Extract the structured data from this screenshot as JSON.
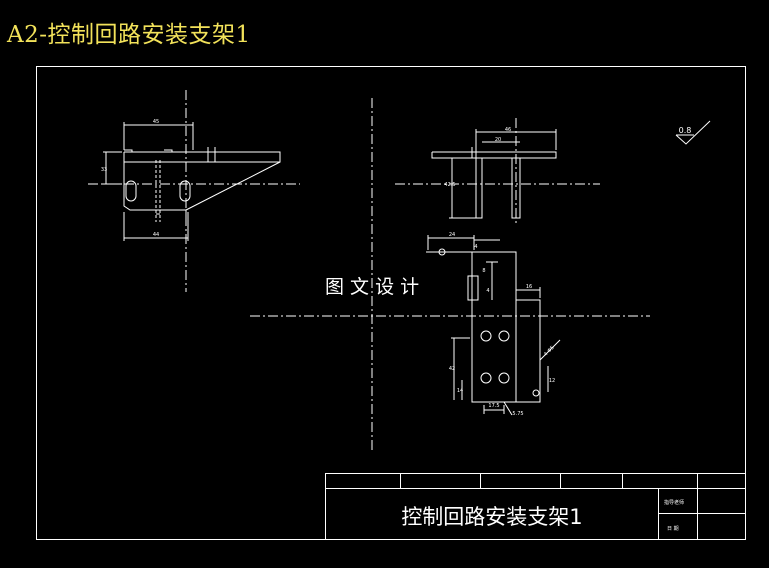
{
  "header": {
    "title": "A2-控制回路安装支架1"
  },
  "drawing": {
    "watermark": "图 文 设 计",
    "surface_roughness": "0.8",
    "dimensions": {
      "front_top": "45",
      "front_left": "33",
      "front_bottom": "44",
      "side_top": "46",
      "side_mid": "20",
      "side_left": "42.5",
      "detail_top": "24",
      "detail_small_1": "4",
      "detail_small_2": "8",
      "detail_small_3": "4",
      "detail_right": "16",
      "detail_left": "42",
      "detail_left_lower": "14",
      "detail_bottom_1": "17.5",
      "detail_bottom_2": "5.75",
      "detail_right_lower": "12",
      "detail_diag": "4-Φ5"
    }
  },
  "title_block": {
    "name": "控制回路安装支架1",
    "label_guide": "指导老师",
    "label_date": "日  期"
  },
  "colors": {
    "background": "#000000",
    "lines": "#ffffff",
    "title": "#f2e25a"
  }
}
